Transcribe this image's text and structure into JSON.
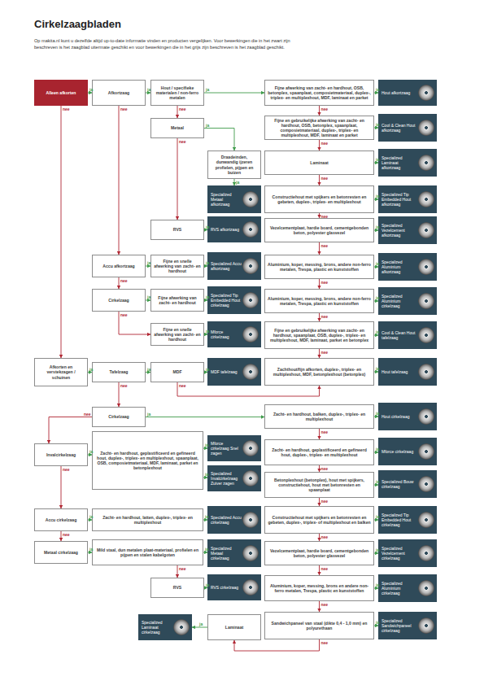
{
  "diagram": {
    "title": "Cirkelzaagbladen",
    "nodes": [
      {
        "text": [
          "Alleen afkorten"
        ]
      },
      {
        "text": [
          "Afkortzaag"
        ]
      },
      {
        "text": [
          "Hout / specifieke materialen / non-ferro metalen"
        ]
      },
      {
        "text": [
          "Fijne afwerking van zacht- en hardhout, OSB, betonplex, spaanplaat, composietmateriaal, duplex-, triplex- en multiplexhout, MDF, laminaat en parket"
        ]
      },
      {
        "text": [
          "Hout afkortzaag"
        ]
      },
      {
        "text": [
          "Metaal"
        ]
      },
      {
        "text": [
          "Fijne en gebruikelijke afwerking van zacht- en hardhout, OSB, betonplex, spaanplaat, composietmateriaal, duplex-, triplex- en multiplexhout, MDF, laminaat en parket"
        ]
      },
      {
        "text": [
          "Cool & Clean Hout afkortzaag"
        ]
      },
      {
        "text": [
          "Draadeinden, dunwandig ijzeren profielen, pijpen en buizen"
        ]
      },
      {
        "text": [
          "Laminaat"
        ]
      },
      {
        "text": [
          "Specialized Laminaat afkortzaag"
        ]
      },
      {
        "text": [
          "Specialized Metaal afkortzaag"
        ]
      },
      {
        "text": [
          "Constructiehout met spijkers en betonresten en gebeten, duplex-, triplex- en multiplexhout"
        ]
      },
      {
        "text": [
          "Specialized Tip Embedded Hout afkortzaag"
        ]
      },
      {
        "text": [
          "RVS"
        ]
      },
      {
        "text": [
          "RVS afkortzaag"
        ]
      },
      {
        "text": [
          "Vezelcementplaat, hardie board, cementgebonden beton, polyester glasvezel"
        ]
      },
      {
        "text": [
          "Specialized Vezelcement afkortzaag"
        ]
      },
      {
        "text": [
          "Accu afkortzaag"
        ]
      },
      {
        "text": [
          "Fijne en snelle afwerking van zacht- en hardhout"
        ]
      },
      {
        "text": [
          "Specialized Accu afkortzaag"
        ]
      },
      {
        "text": [
          "Aluminium, koper, messing, brons, andere non-ferro metalen, Trespa, plastic en kunststoffen"
        ]
      },
      {
        "text": [
          "Specialized Aluminium afkortzaag"
        ]
      },
      {
        "text": [
          "Cirkelzaag"
        ]
      },
      {
        "text": [
          "Fijne afwerking van zacht- en hardhout"
        ]
      },
      {
        "text": [
          "Specialized Tip Embedded Hout cirkelzaag"
        ]
      },
      {
        "text": [
          "Aluminium, koper, messing, brons, andere non-ferro metalen, Trespa, plastic en kunststoffen"
        ]
      },
      {
        "text": [
          "Specialized Aluminium cirkelzaag"
        ]
      },
      {
        "text": [
          "Fijne en snelle afwerking van zacht- en hardhout"
        ]
      },
      {
        "text": [
          "Mforce cirkelzaag"
        ]
      },
      {
        "text": [
          "Fijne en gebruikelijke afwerking van zacht- en hardhout, spaanplaat, OSB, duplex-, triplex- en multiplexhout, MDF, laminaat, parket en betonplex"
        ]
      },
      {
        "text": [
          "Cool & Clean Hout tafelzaag"
        ]
      },
      {
        "text": [
          "Afkorten en verstekzagen / schuinen"
        ]
      },
      {
        "text": [
          "Tafelzaag"
        ]
      },
      {
        "text": [
          "MDF"
        ]
      },
      {
        "text": [
          "MDF tafelzaag"
        ]
      },
      {
        "text": [
          "Zachthout/fijn afkorten, duplex-, triplex- en multiplexhout, MDF, betonplexhout (betonplex)"
        ]
      },
      {
        "text": [
          "Hout tafelzaag"
        ]
      },
      {
        "text": [
          "Cirkelzaag"
        ]
      },
      {
        "text": [
          "Zacht- en hardhout, balken, duplex-, triplex- en multiplexhout"
        ]
      },
      {
        "text": [
          "Hout cirkelzaag"
        ]
      },
      {
        "text": [
          "Invalcirkelzaag"
        ]
      },
      {
        "text": [
          "Zacht- en hardhout, geplastificeerd en gefineerd hout, duplex-, triplex- en multiplexhout, spaanplaat, OSB, composietmateriaal, MDF, laminaat, parket en betonplexhout"
        ]
      },
      {
        "text": [
          "Mforce cirkelzaag Snel zagen"
        ]
      },
      {
        "text": [
          "Zacht- en hardhout, geplastificeerd en gefineerd hout, duplex-, triplex- en multiplexhout"
        ]
      },
      {
        "text": [
          "Mforce cirkelzaag"
        ]
      },
      {
        "text": [
          "Specialized Invalcirkelzaag Zuiver zagen"
        ]
      },
      {
        "text": [
          "Betonplexhout (betonplex), hout met spijkers, constructiehout, hout met betonresten en spaanplaat"
        ]
      },
      {
        "text": [
          "Specialized Bouw cirkelzaag"
        ]
      },
      {
        "text": [
          "Accu cirkelzaag"
        ]
      },
      {
        "text": [
          "Zacht- en hardhout, latten, duplex-, triplex- en multiplexhout"
        ]
      },
      {
        "text": [
          "Specialized Accu cirkelzaag"
        ]
      },
      {
        "text": [
          "Constructiehout met spijkers en betonresten en gebeten, duplex-, triplex- of multiplexhout en balken"
        ]
      },
      {
        "text": [
          "Specialized Tip Embedded Hout cirkelzaag"
        ]
      },
      {
        "text": [
          "Metaal cirkelzaag"
        ]
      },
      {
        "text": [
          "Mild staal, dun metalen plaat-materiaal, profielen en pijpen en stalen kabelgoten"
        ]
      },
      {
        "text": [
          "Specialized Metaal cirkelzaag"
        ]
      },
      {
        "text": [
          "Vezelcementplaat, hardie board, cementgebonden beton, polyester glasvezel"
        ]
      },
      {
        "text": [
          "Specialized Vezelcement cirkelzaag"
        ]
      },
      {
        "text": [
          "RVS"
        ]
      },
      {
        "text": [
          "RVS cirkelzaag"
        ]
      },
      {
        "text": [
          "Aluminium, koper, messing, brons en andere non-ferro metalen, Trespa, plastic en kunststoffen"
        ]
      },
      {
        "text": [
          "Specialized Aluminium cirkelzaag"
        ]
      },
      {
        "text": [
          "Specialized Laminaat cirkelzaag"
        ]
      },
      {
        "text": [
          "Laminaat"
        ]
      },
      {
        "text": [
          "Sandwichpaneel van staal (dikte 0,4 - 1,0 mm) en polyurethaan"
        ]
      },
      {
        "text": [
          "Specialized Sandwichpaneel cirkelzaag"
        ]
      }
    ],
    "edges": [
      {
        "from": 0,
        "to": 1,
        "arrow": "to",
        "label": "ja"
      },
      {
        "from": 0,
        "to": 32,
        "arrow": "to",
        "label": "nee"
      },
      {
        "from": 1,
        "to": 2,
        "arrow": "to",
        "label": "ja"
      },
      {
        "from": 1,
        "to": 18,
        "arrow": "to",
        "label": "nee"
      },
      {
        "from": 2,
        "to": 3,
        "arrow": "to",
        "label": "ja"
      },
      {
        "from": 2,
        "to": 5,
        "arrow": "to",
        "label": "nee"
      },
      {
        "from": 3,
        "to": 4,
        "arrow": "to",
        "label": "ja"
      },
      {
        "from": 3,
        "to": 6,
        "arrow": "to",
        "label": "nee"
      },
      {
        "from": 6,
        "to": 7,
        "arrow": "to",
        "label": "ja"
      },
      {
        "from": 6,
        "to": 9,
        "arrow": "to",
        "label": "nee"
      },
      {
        "from": 9,
        "to": 10,
        "arrow": "to",
        "label": "ja"
      },
      {
        "from": 9,
        "to": 12,
        "arrow": "to",
        "label": "nee"
      },
      {
        "from": 12,
        "to": 13,
        "arrow": "to",
        "label": "ja"
      },
      {
        "from": 12,
        "to": 16,
        "arrow": "to",
        "label": "nee"
      },
      {
        "from": 16,
        "to": 17,
        "arrow": "to",
        "label": "ja"
      },
      {
        "from": 16,
        "to": 21,
        "arrow": "to",
        "label": "nee"
      },
      {
        "from": 21,
        "to": 22,
        "arrow": "to",
        "label": "ja"
      },
      {
        "from": 21,
        "to": 26,
        "arrow": "to",
        "label": "nee"
      },
      {
        "from": 26,
        "to": 27,
        "arrow": "to",
        "label": "ja"
      },
      {
        "from": 26,
        "to": 30,
        "arrow": "to",
        "label": "nee"
      },
      {
        "from": 30,
        "to": 31,
        "arrow": "to",
        "label": "ja"
      },
      {
        "from": 30,
        "to": 36,
        "arrow": "to",
        "label": "nee"
      },
      {
        "from": 36,
        "to": 37,
        "arrow": "to",
        "label": "ja"
      },
      {
        "from": 5,
        "to": 8,
        "arrow": "to",
        "label": "ja"
      },
      {
        "from": 5,
        "to": 14,
        "arrow": "to",
        "label": "nee"
      },
      {
        "from": 8,
        "to": 11,
        "arrow": "to",
        "label": "ja"
      },
      {
        "from": 14,
        "to": 15,
        "arrow": "to",
        "label": "ja"
      },
      {
        "from": 18,
        "to": 19,
        "arrow": "to",
        "label": "ja"
      },
      {
        "from": 18,
        "to": 23,
        "arrow": "to",
        "label": "nee"
      },
      {
        "from": 19,
        "to": 20,
        "arrow": "to",
        "label": "ja"
      },
      {
        "from": 23,
        "to": 24,
        "arrow": "to",
        "label": "ja"
      },
      {
        "from": 23,
        "to": 28,
        "arrow": "to",
        "label": "nee"
      },
      {
        "from": 24,
        "to": 25,
        "arrow": "to",
        "label": "ja"
      },
      {
        "from": 28,
        "to": 29,
        "arrow": "to",
        "label": "ja"
      },
      {
        "from": 32,
        "to": 33,
        "arrow": "to",
        "label": "ja"
      },
      {
        "from": 33,
        "to": 34,
        "arrow": "to",
        "label": "ja"
      },
      {
        "from": 33,
        "to": 38,
        "arrow": "to",
        "label": "nee"
      },
      {
        "from": 34,
        "to": 35,
        "arrow": "to",
        "label": "ja"
      },
      {
        "from": 34,
        "to": 36,
        "arrow": "to",
        "label": "nee"
      },
      {
        "from": 38,
        "to": 39,
        "arrow": "to",
        "label": "ja"
      },
      {
        "from": 38,
        "to": 41,
        "arrow": "to",
        "label": "nee"
      },
      {
        "from": 39,
        "to": 40,
        "arrow": "to",
        "label": "ja"
      },
      {
        "from": 39,
        "to": 44,
        "arrow": "to",
        "label": "nee"
      },
      {
        "from": 41,
        "to": 42,
        "arrow": "to",
        "label": "ja"
      },
      {
        "from": 41,
        "to": 49,
        "arrow": "to",
        "label": "nee"
      },
      {
        "from": 42,
        "to": 43,
        "arrow": "to",
        "label": "ja"
      },
      {
        "from": 42,
        "to": 46,
        "arrow": "to",
        "label": "ja"
      },
      {
        "from": 44,
        "to": 45,
        "arrow": "to",
        "label": "ja"
      },
      {
        "from": 44,
        "to": 47,
        "arrow": "to",
        "label": "nee"
      },
      {
        "from": 47,
        "to": 48,
        "arrow": "to",
        "label": "ja"
      },
      {
        "from": 47,
        "to": 52,
        "arrow": "to",
        "label": "nee"
      },
      {
        "from": 49,
        "to": 50,
        "arrow": "to",
        "label": "ja"
      },
      {
        "from": 49,
        "to": 54,
        "arrow": "to",
        "label": "nee"
      },
      {
        "from": 50,
        "to": 51,
        "arrow": "to",
        "label": "ja"
      },
      {
        "from": 52,
        "to": 53,
        "arrow": "to",
        "label": "ja"
      },
      {
        "from": 52,
        "to": 57,
        "arrow": "to",
        "label": "nee"
      },
      {
        "from": 54,
        "to": 55,
        "arrow": "to",
        "label": "ja"
      },
      {
        "from": 55,
        "to": 56,
        "arrow": "to",
        "label": "ja"
      },
      {
        "from": 55,
        "to": 59,
        "arrow": "to",
        "label": "nee"
      },
      {
        "from": 57,
        "to": 58,
        "arrow": "to",
        "label": "ja"
      },
      {
        "from": 57,
        "to": 61,
        "arrow": "to",
        "label": "nee"
      },
      {
        "from": 59,
        "to": 60,
        "arrow": "to",
        "label": "ja"
      },
      {
        "from": 61,
        "to": 62,
        "arrow": "to",
        "label": "ja"
      },
      {
        "from": 61,
        "to": 65,
        "arrow": "to",
        "label": "nee"
      },
      {
        "from": 65,
        "to": 66,
        "arrow": "to",
        "label": "ja"
      },
      {
        "from": 65,
        "to": 64,
        "arrow": "to",
        "label": "nee"
      },
      {
        "from": 64,
        "to": 63,
        "arrow": "to",
        "label": "ja"
      }
    ],
    "labels": [
      "Op makita.nl kunt u dezelfde altijd up-to-date informatie vinden en producten vergelijken. Voor bewerkingen die in het zwart zijn beschreven is het zaagblad uitermate geschikt en voor bewerkingen die in het grijs zijn beschreven is het zaagblad geschikt."
    ]
  }
}
